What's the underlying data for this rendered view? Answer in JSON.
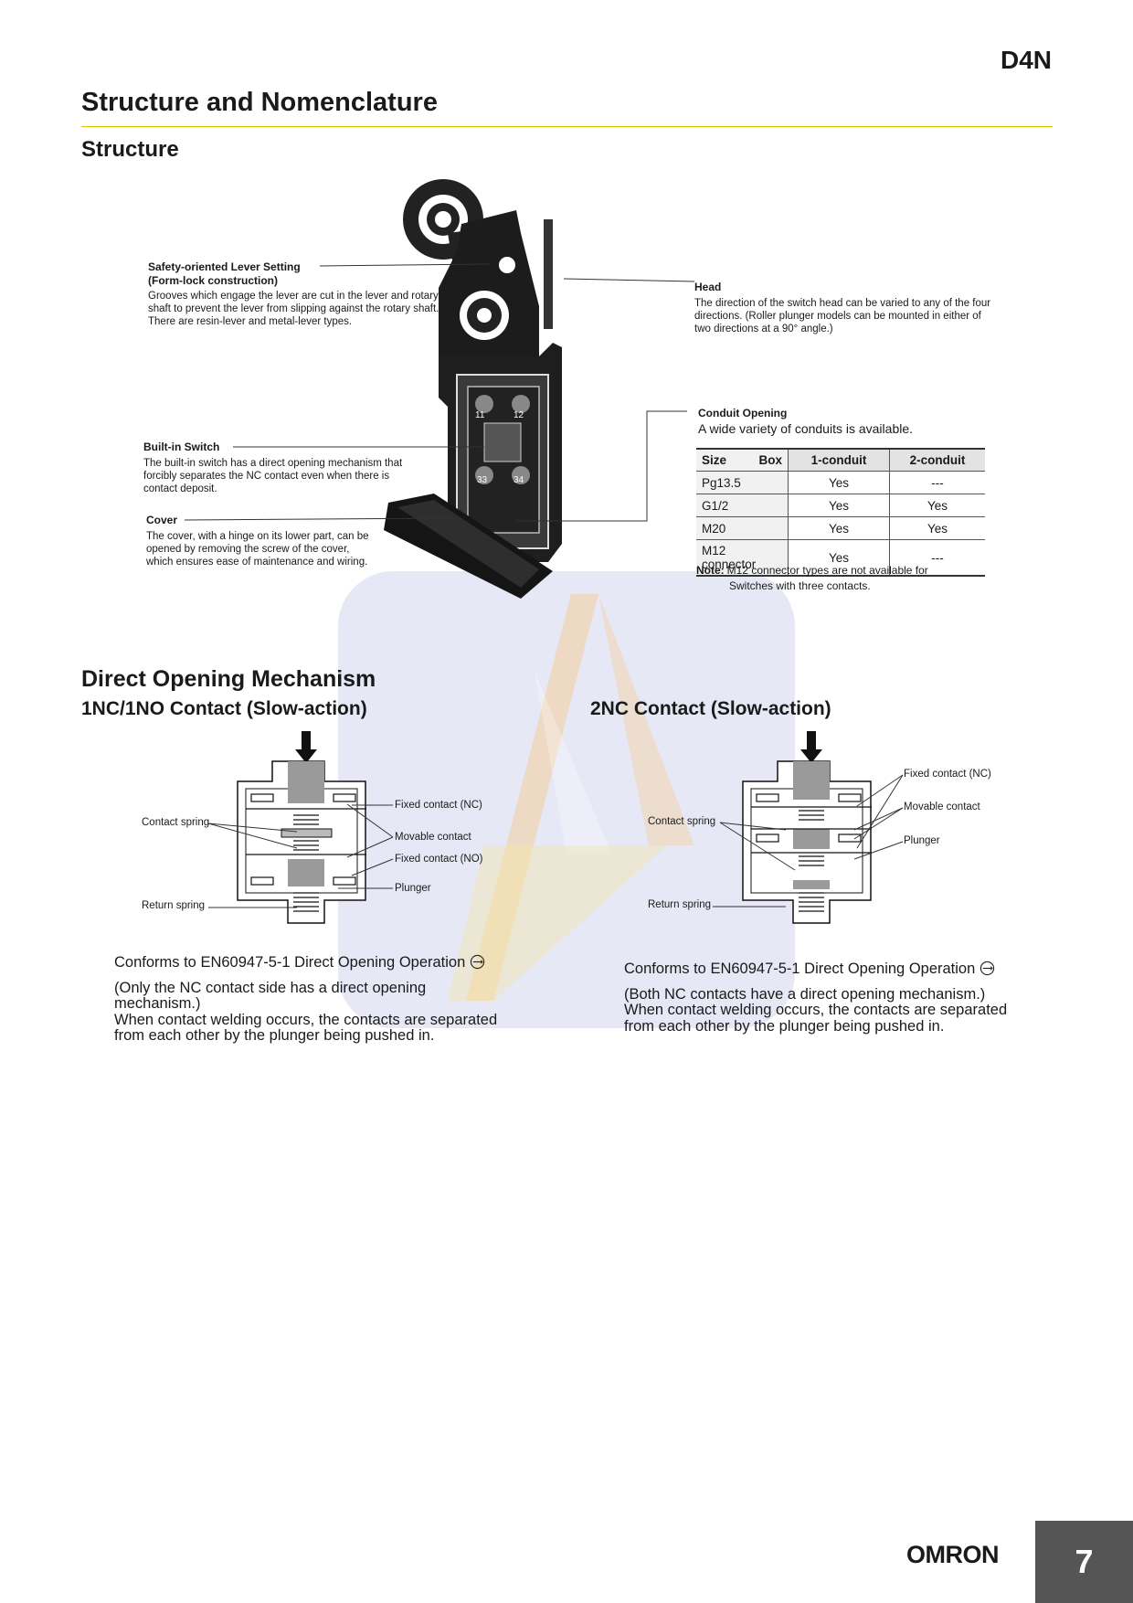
{
  "header": {
    "model": "D4N",
    "title": "Structure and Nomenclature"
  },
  "structure": {
    "heading": "Structure",
    "callouts": {
      "lever": {
        "title_line1": "Safety-oriented Lever Setting",
        "title_line2": "(Form-lock construction)",
        "body": "Grooves which engage the lever are cut in the lever and rotary shaft to prevent the lever from slipping against the rotary shaft.",
        "body2": "There are resin-lever and metal-lever types."
      },
      "builtin": {
        "title": "Built-in Switch",
        "body": "The built-in switch has a direct opening mechanism that forcibly separates the NC contact even when there is contact deposit."
      },
      "cover": {
        "title": "Cover",
        "body": "The cover, with a hinge on its lower part, can be opened by removing the screw of the cover, which ensures ease of maintenance and wiring."
      },
      "head": {
        "title": "Head",
        "body": "The direction of the switch head can be varied to any of the four directions. (Roller plunger models can be mounted in either of two directions at a 90° angle.)"
      },
      "conduit": {
        "title": "Conduit Opening",
        "body": "A wide variety of conduits is available."
      }
    },
    "switch_terminals": [
      "11",
      "12",
      "33",
      "34"
    ],
    "table": {
      "headers": [
        "Size",
        "Box",
        "1-conduit",
        "2-conduit"
      ],
      "rows": [
        [
          "Pg13.5",
          "Yes",
          "---"
        ],
        [
          "G1/2",
          "Yes",
          "Yes"
        ],
        [
          "M20",
          "Yes",
          "Yes"
        ],
        [
          "M12 connector",
          "Yes",
          "---"
        ]
      ]
    },
    "note_label": "Note:",
    "note_text": "M12 connector types are not available for",
    "note_text2": "Switches with three contacts."
  },
  "mechanism": {
    "heading": "Direct Opening Mechanism",
    "left": {
      "title": "1NC/1NO Contact (Slow-action)",
      "labels": {
        "contact_spring": "Contact spring",
        "return_spring": "Return spring",
        "fixed_nc": "Fixed contact (NC)",
        "movable": "Movable contact",
        "fixed_no": "Fixed contact (NO)",
        "plunger": "Plunger"
      },
      "conforms": "Conforms to EN60947-5-1 Direct Opening Operation",
      "para1": "(Only the NC contact side has a direct opening mechanism.)",
      "para2": "When contact welding occurs, the contacts are separated from each other by the plunger being pushed in."
    },
    "right": {
      "title": "2NC Contact (Slow-action)",
      "labels": {
        "contact_spring": "Contact spring",
        "return_spring": "Return spring",
        "fixed_nc": "Fixed contact (NC)",
        "movable": "Movable contact",
        "plunger": "Plunger"
      },
      "conforms": "Conforms to EN60947-5-1 Direct Opening Operation",
      "para1": "(Both NC contacts have a direct opening mechanism.)",
      "para2": "When contact welding occurs, the contacts are separated from each other by the plunger being pushed in."
    }
  },
  "footer": {
    "brand": "OMRON",
    "page": "7"
  },
  "colors": {
    "rule": "#d9c400",
    "page_box": "#555555",
    "watermark_blue": "#c9cde8",
    "watermark_orange": "#f6c98a"
  }
}
